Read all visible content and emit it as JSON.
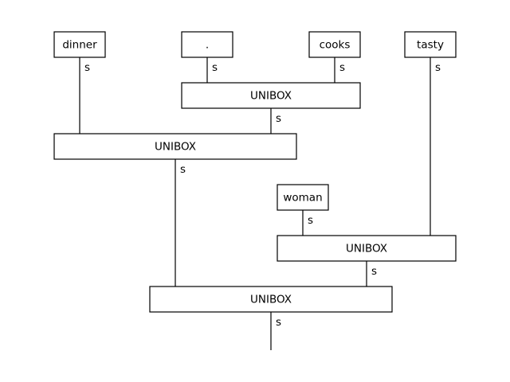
{
  "diagram": {
    "nodes": [
      {
        "id": "dinner",
        "label": "dinner"
      },
      {
        "id": "dot",
        "label": "."
      },
      {
        "id": "cooks",
        "label": "cooks"
      },
      {
        "id": "tasty",
        "label": "tasty"
      },
      {
        "id": "unibox1",
        "label": "UNIBOX"
      },
      {
        "id": "unibox2",
        "label": "UNIBOX"
      },
      {
        "id": "woman",
        "label": "woman"
      },
      {
        "id": "unibox3",
        "label": "UNIBOX"
      },
      {
        "id": "unibox4",
        "label": "UNIBOX"
      }
    ],
    "wires": [
      {
        "id": "w-dinner",
        "type": "s",
        "from": "dinner",
        "to": "unibox2"
      },
      {
        "id": "w-dot",
        "type": "s",
        "from": "dot",
        "to": "unibox1"
      },
      {
        "id": "w-cooks",
        "type": "s",
        "from": "cooks",
        "to": "unibox1"
      },
      {
        "id": "w-tasty",
        "type": "s",
        "from": "tasty",
        "to": "unibox3"
      },
      {
        "id": "w-unibox1",
        "type": "s",
        "from": "unibox1",
        "to": "unibox2"
      },
      {
        "id": "w-unibox2",
        "type": "s",
        "from": "unibox2",
        "to": "unibox4"
      },
      {
        "id": "w-woman",
        "type": "s",
        "from": "woman",
        "to": "unibox3"
      },
      {
        "id": "w-unibox3",
        "type": "s",
        "from": "unibox3",
        "to": "unibox4"
      },
      {
        "id": "w-output",
        "type": "s",
        "from": "unibox4",
        "to": ""
      }
    ]
  }
}
